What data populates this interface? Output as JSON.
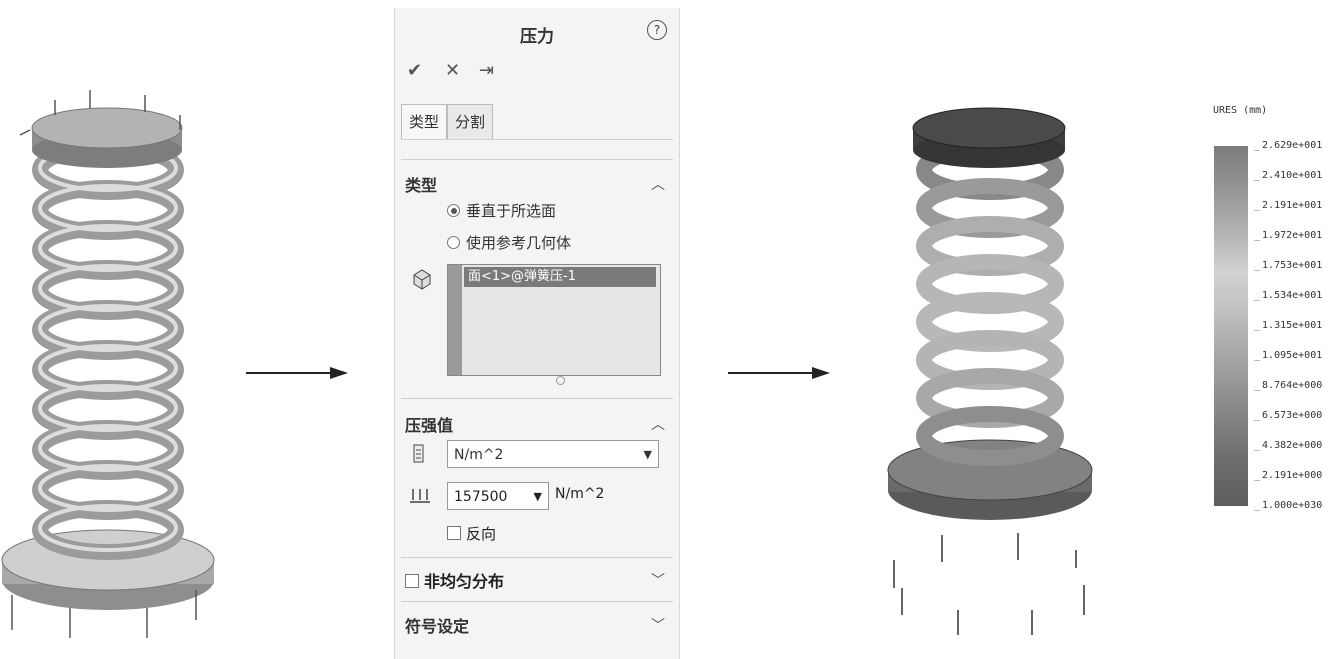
{
  "panel": {
    "title": "压力",
    "help": "?",
    "toolbar": {
      "ok": "✔",
      "cancel": "✕",
      "pin": "⇥"
    },
    "tabs": [
      "类型",
      "分割"
    ],
    "type_section": {
      "title": "类型",
      "options": [
        "垂直于所选面",
        "使用参考几何体"
      ],
      "selected_face": "面<1>@弹簧压-1"
    },
    "pressure_section": {
      "title": "压强值",
      "unit_select": "N/m^2",
      "value": "157500",
      "value_unit": "N/m^2",
      "reverse_label": "反向"
    },
    "nonuniform_label": "非均匀分布",
    "symbol_label": "符号设定"
  },
  "legend": {
    "title": "URES (mm)",
    "values": [
      "2.629e+001",
      "2.410e+001",
      "2.191e+001",
      "1.972e+001",
      "1.753e+001",
      "1.534e+001",
      "1.315e+001",
      "1.095e+001",
      "8.764e+000",
      "6.573e+000",
      "4.382e+000",
      "2.191e+000",
      "1.000e+030"
    ]
  },
  "colors": {
    "panel_bg": "#f4f4f4",
    "spring_left": "#b9b9b9",
    "spring_right": "#8a8a8a"
  }
}
